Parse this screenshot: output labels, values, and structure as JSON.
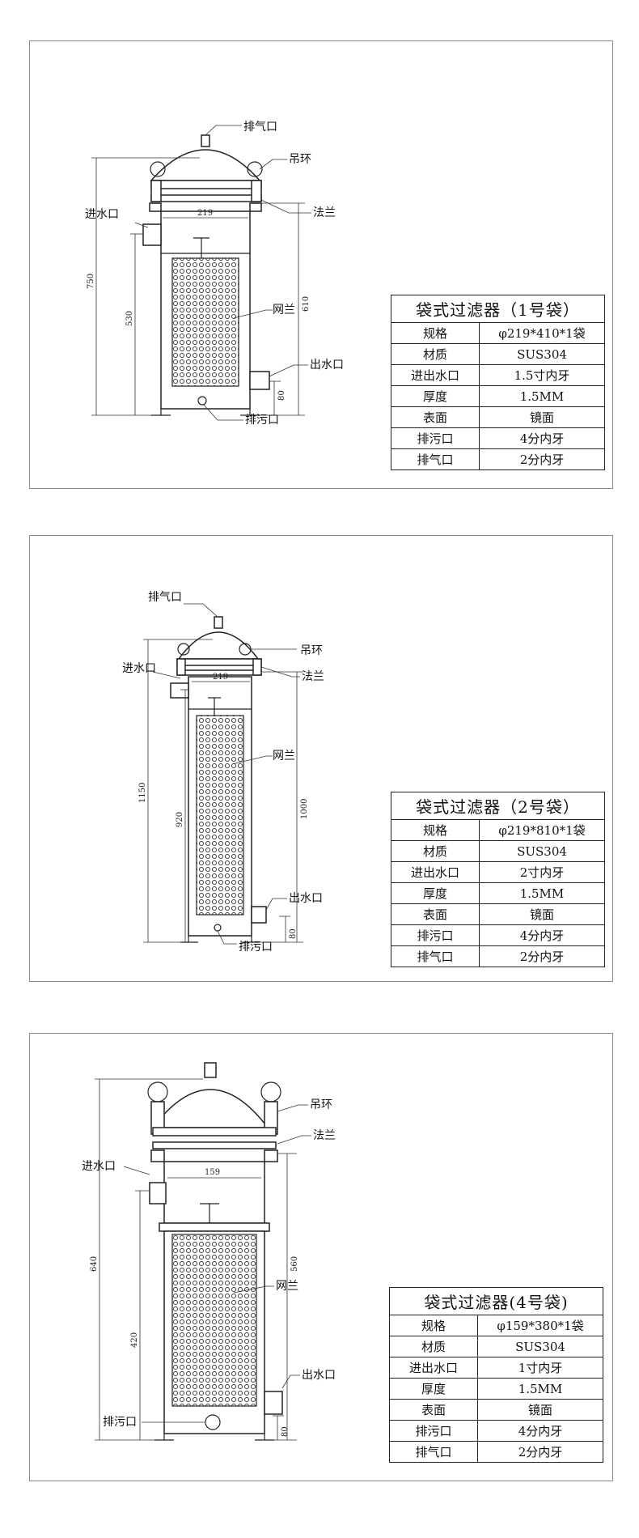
{
  "filters": [
    {
      "title": "袋式过滤器（1号袋）",
      "labels": {
        "vent": "排气口",
        "ring": "吊环",
        "inlet": "进水口",
        "flange": "法兰",
        "mesh": "网兰",
        "outlet": "出水口",
        "drain": "排污口"
      },
      "dims": {
        "dia": "219",
        "total": "750",
        "inlet_h": "530",
        "body_h": "610",
        "outlet_h": "80"
      },
      "specs": [
        {
          "k": "规格",
          "v": "φ219*410*1袋"
        },
        {
          "k": "材质",
          "v": "SUS304"
        },
        {
          "k": "进出水口",
          "v": "1.5寸内牙"
        },
        {
          "k": "厚度",
          "v": "1.5MM"
        },
        {
          "k": "表面",
          "v": "镜面"
        },
        {
          "k": "排污口",
          "v": "4分内牙"
        },
        {
          "k": "排气口",
          "v": "2分内牙"
        }
      ]
    },
    {
      "title": "袋式过滤器（2号袋）",
      "labels": {
        "vent": "排气口",
        "ring": "吊环",
        "inlet": "进水口",
        "flange": "法兰",
        "mesh": "网兰",
        "outlet": "出水口",
        "drain": "排污口"
      },
      "dims": {
        "dia": "219",
        "total": "1150",
        "inlet_h": "920",
        "body_h": "1000",
        "outlet_h": "80"
      },
      "specs": [
        {
          "k": "规格",
          "v": "φ219*810*1袋"
        },
        {
          "k": "材质",
          "v": "SUS304"
        },
        {
          "k": "进出水口",
          "v": "2寸内牙"
        },
        {
          "k": "厚度",
          "v": "1.5MM"
        },
        {
          "k": "表面",
          "v": "镜面"
        },
        {
          "k": "排污口",
          "v": "4分内牙"
        },
        {
          "k": "排气口",
          "v": "2分内牙"
        }
      ]
    },
    {
      "title": "袋式过滤器(4号袋)",
      "labels": {
        "ring": "吊环",
        "inlet": "进水口",
        "flange": "法兰",
        "mesh": "网兰",
        "outlet": "出水口",
        "drain": "排污口"
      },
      "dims": {
        "dia": "159",
        "total": "640",
        "inlet_h": "420",
        "body_h": "560",
        "outlet_h": "80"
      },
      "specs": [
        {
          "k": "规格",
          "v": "φ159*380*1袋"
        },
        {
          "k": "材质",
          "v": "SUS304"
        },
        {
          "k": "进出水口",
          "v": "1寸内牙"
        },
        {
          "k": "厚度",
          "v": "1.5MM"
        },
        {
          "k": "表面",
          "v": "镜面"
        },
        {
          "k": "排污口",
          "v": "4分内牙"
        },
        {
          "k": "排气口",
          "v": "2分内牙"
        }
      ]
    }
  ]
}
